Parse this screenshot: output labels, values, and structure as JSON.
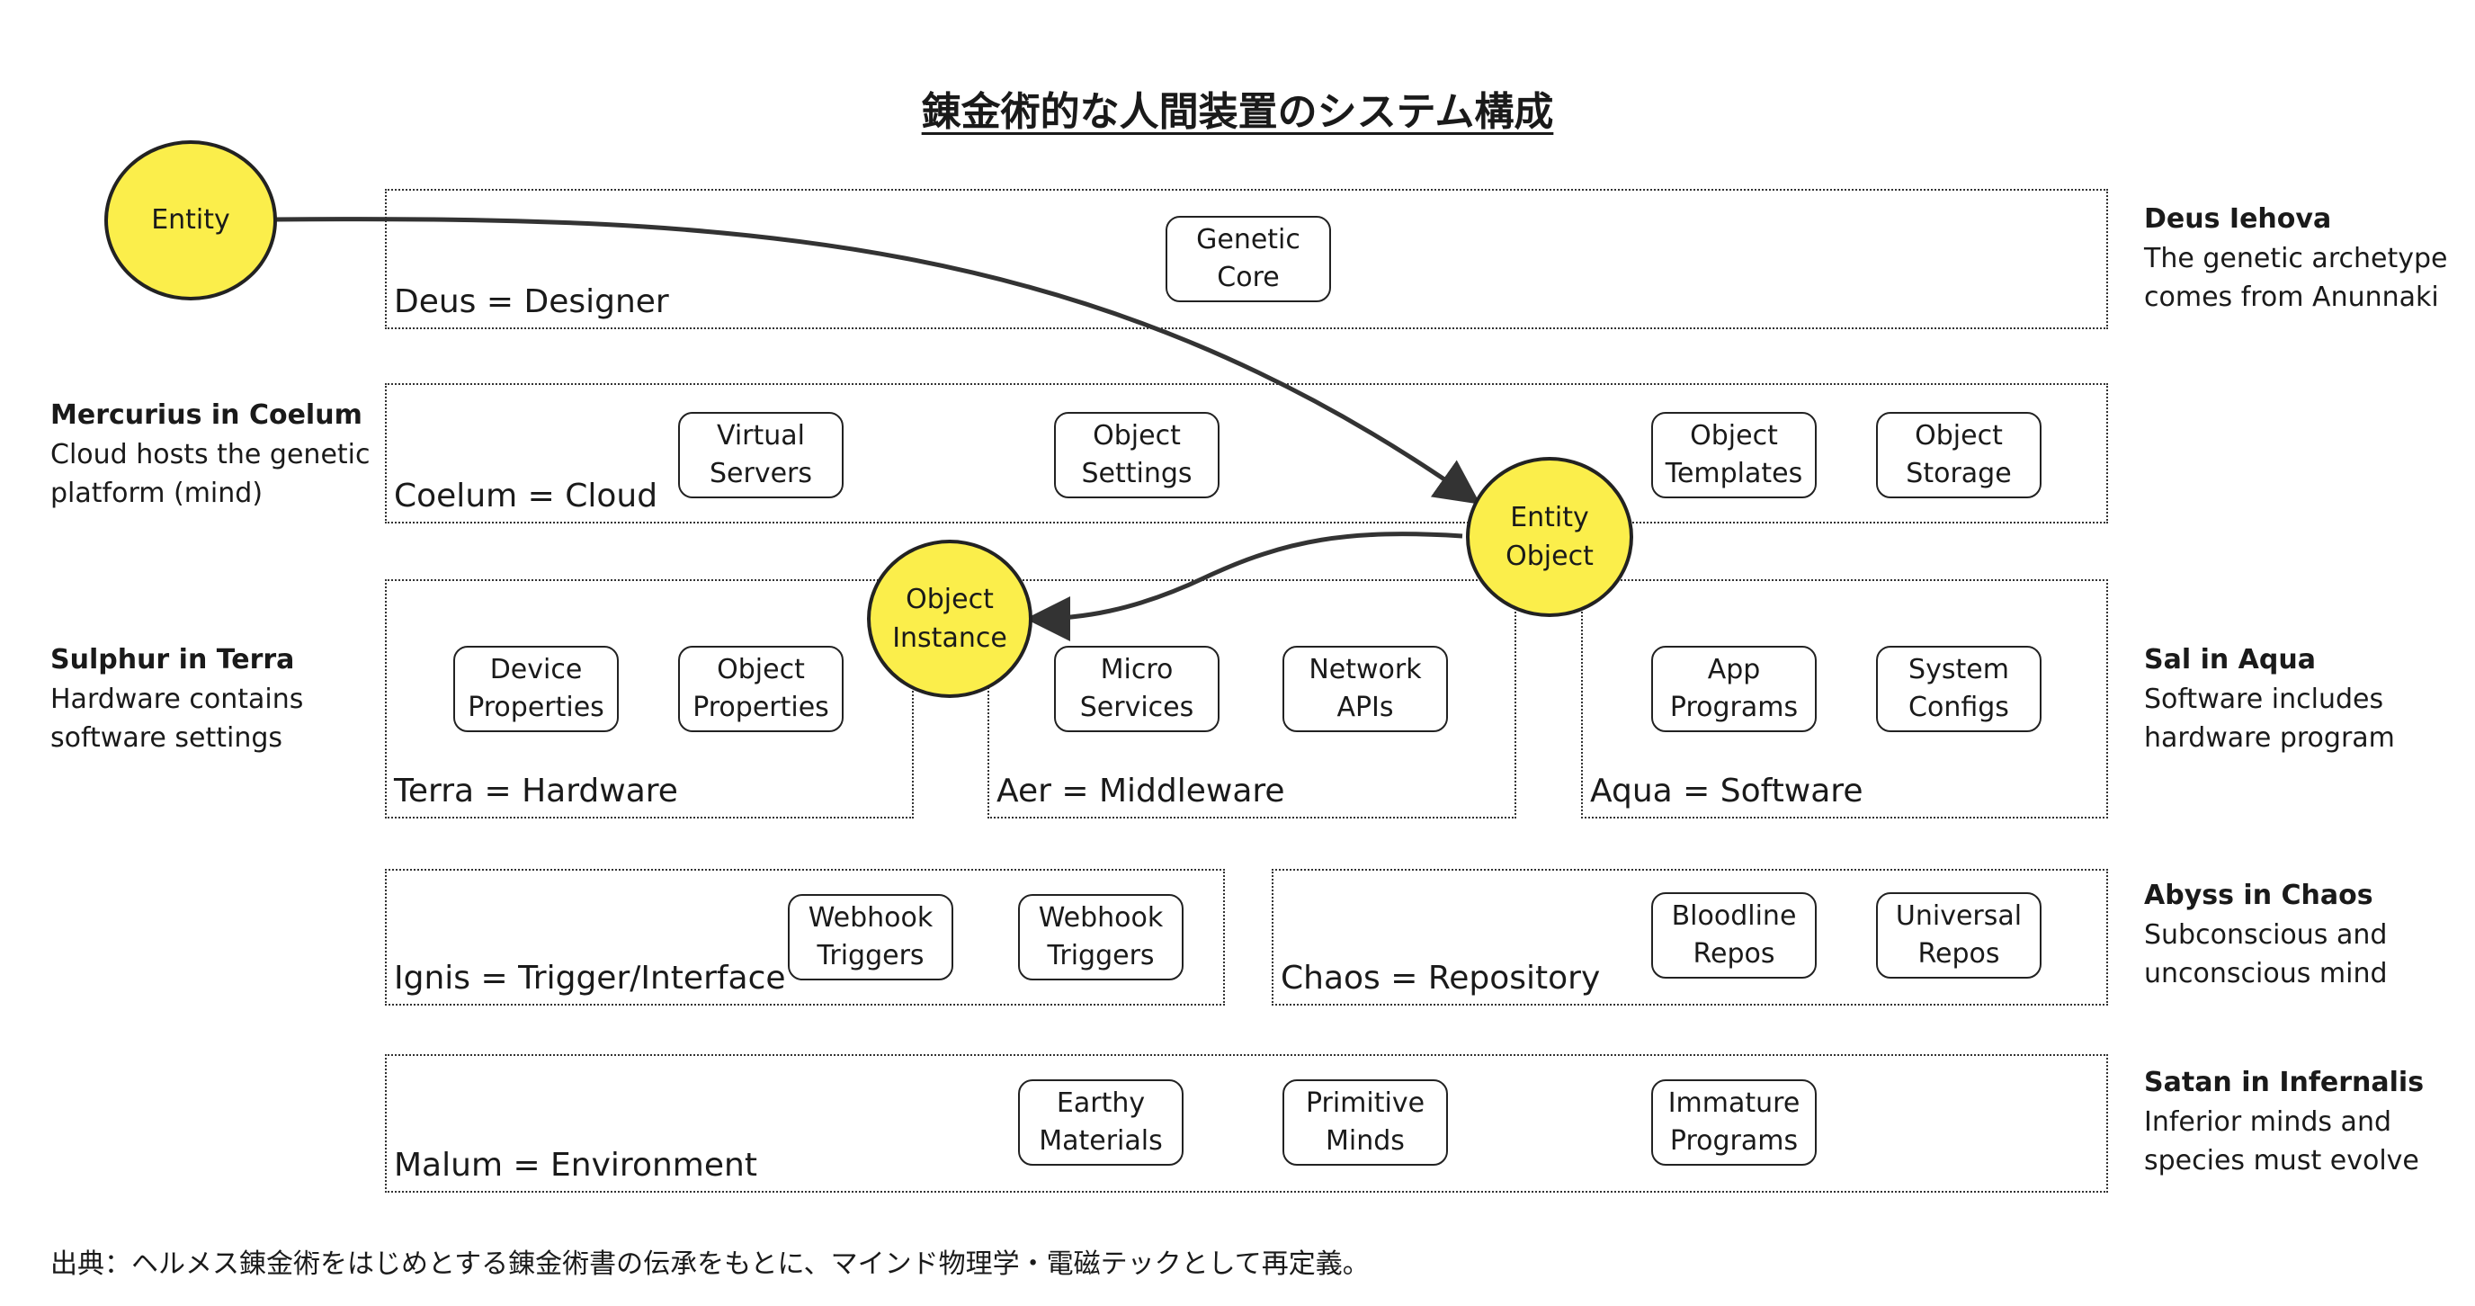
{
  "title": "錬金術的な人間装置のシステム構成",
  "layers": {
    "deus": "Deus = Designer",
    "coelum": "Coelum = Cloud",
    "terra": "Terra = Hardware",
    "aer": "Aer = Middleware",
    "aqua": "Aqua = Software",
    "ignis": "Ignis = Trigger/Interface",
    "chaos": "Chaos = Repository",
    "malum": "Malum = Environment"
  },
  "components": {
    "genetic_core": "Genetic\nCore",
    "virtual_servers": "Virtual\nServers",
    "object_settings": "Object\nSettings",
    "object_templates": "Object\nTemplates",
    "object_storage": "Object\nStorage",
    "device_properties": "Device\nProperties",
    "object_properties": "Object\nProperties",
    "micro_services": "Micro\nServices",
    "network_apis": "Network\nAPIs",
    "app_programs": "App\nPrograms",
    "system_configs": "System\nConfigs",
    "webhook_triggers_1": "Webhook\nTriggers",
    "webhook_triggers_2": "Webhook\nTriggers",
    "bloodline_repos": "Bloodline\nRepos",
    "universal_repos": "Universal\nRepos",
    "earthy_materials": "Earthy\nMaterials",
    "primitive_minds": "Primitive\nMinds",
    "immature_programs": "Immature\nPrograms"
  },
  "nodes": {
    "entity": "Entity",
    "entity_object": "Entity\nObject",
    "object_instance": "Object\nInstance",
    "fill_color": "#fbee4b"
  },
  "notes": {
    "deus_iehova": {
      "title": "Deus Iehova",
      "text": "The genetic archetype\ncomes from Anunnaki"
    },
    "mercurius": {
      "title": "Mercurius in Coelum",
      "text": "Cloud hosts the genetic\nplatform (mind)"
    },
    "sulphur": {
      "title": "Sulphur in Terra",
      "text": "Hardware contains\nsoftware settings"
    },
    "sal": {
      "title": "Sal in Aqua",
      "text": "Software includes\nhardware program"
    },
    "abyss": {
      "title": "Abyss in Chaos",
      "text": "Subconscious and\nunconscious mind"
    },
    "satan": {
      "title": "Satan in Infernalis",
      "text": "Inferior minds and\nspecies must evolve"
    }
  },
  "footnote": "出典：ヘルメス錬金術をはじめとする錬金術書の伝承をもとに、マインド物理学・電磁テックとして再定義。"
}
